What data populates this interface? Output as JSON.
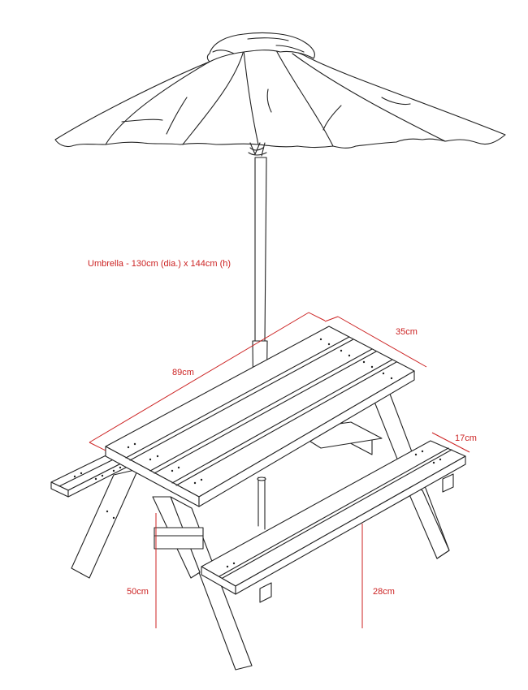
{
  "colors": {
    "ink": "#222222",
    "dimension": "#cc2222",
    "background": "#ffffff"
  },
  "labels": {
    "umbrella": "Umbrella - 130cm (dia.) x 144cm (h)",
    "table_length": "89cm",
    "table_width": "35cm",
    "bench_width": "17cm",
    "table_height": "50cm",
    "bench_height": "28cm"
  }
}
